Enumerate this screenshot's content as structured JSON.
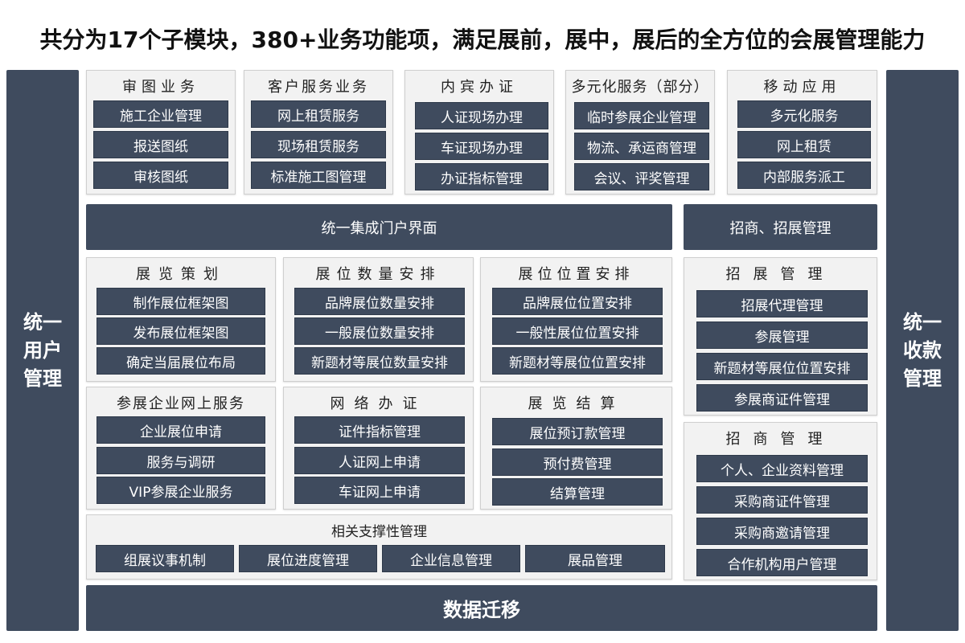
{
  "title": "共分为17个子模块，380+业务功能项，满足展前，展中，展后的全方位的会展管理能力",
  "left_bar": "统一用户管理",
  "right_bar": "统一收款管理",
  "top_groups": [
    {
      "title": "审图业务",
      "items": [
        "施工企业管理",
        "报送图纸",
        "审核图纸"
      ]
    },
    {
      "title": "客户服务业务",
      "items": [
        "网上租赁服务",
        "现场租赁服务",
        "标准施工图管理"
      ]
    },
    {
      "title": "内宾办证",
      "items": [
        "人证现场办理",
        "车证现场办理",
        "办证指标管理"
      ]
    },
    {
      "title": "多元化服务（部分）",
      "items": [
        "临时参展企业管理",
        "物流、承运商管理",
        "会议、评奖管理"
      ]
    },
    {
      "title": "移动应用",
      "items": [
        "多元化服务",
        "网上租赁",
        "内部服务派工"
      ]
    }
  ],
  "portal_bar": "统一集成门户界面",
  "recruit_bar": "招商、招展管理",
  "mid_groups": [
    {
      "title": "展览策划",
      "items": [
        "制作展位框架图",
        "发布展位框架图",
        "确定当届展位布局"
      ]
    },
    {
      "title": "展位数量安排",
      "items": [
        "品牌展位数量安排",
        "一般展位数量安排",
        "新题材等展位数量安排"
      ]
    },
    {
      "title": "展位位置安排",
      "items": [
        "品牌展位位置安排",
        "一般性展位位置安排",
        "新题材等展位位置安排"
      ]
    },
    {
      "title": "参展企业网上服务",
      "items": [
        "企业展位申请",
        "服务与调研",
        "VIP参展企业服务"
      ]
    },
    {
      "title": "网络办证",
      "items": [
        "证件指标管理",
        "人证网上申请",
        "车证网上申请"
      ]
    },
    {
      "title": "展览结算",
      "items": [
        "展位预订款管理",
        "预付费管理",
        "结算管理"
      ]
    }
  ],
  "right_groups": [
    {
      "title": "招展管理",
      "items": [
        "招展代理管理",
        "参展管理",
        "新题材等展位位置安排",
        "参展商证件管理"
      ]
    },
    {
      "title": "招商管理",
      "items": [
        "个人、企业资料管理",
        "采购商证件管理",
        "采购商邀请管理",
        "合作机构用户管理"
      ]
    }
  ],
  "support_group": {
    "title": "相关支撑性管理",
    "items": [
      "组展议事机制",
      "展位进度管理",
      "企业信息管理",
      "展品管理"
    ]
  },
  "migration_bar": "数据迁移",
  "colors": {
    "dark": "#3f4b5e",
    "panel": "#f2f2f2"
  }
}
